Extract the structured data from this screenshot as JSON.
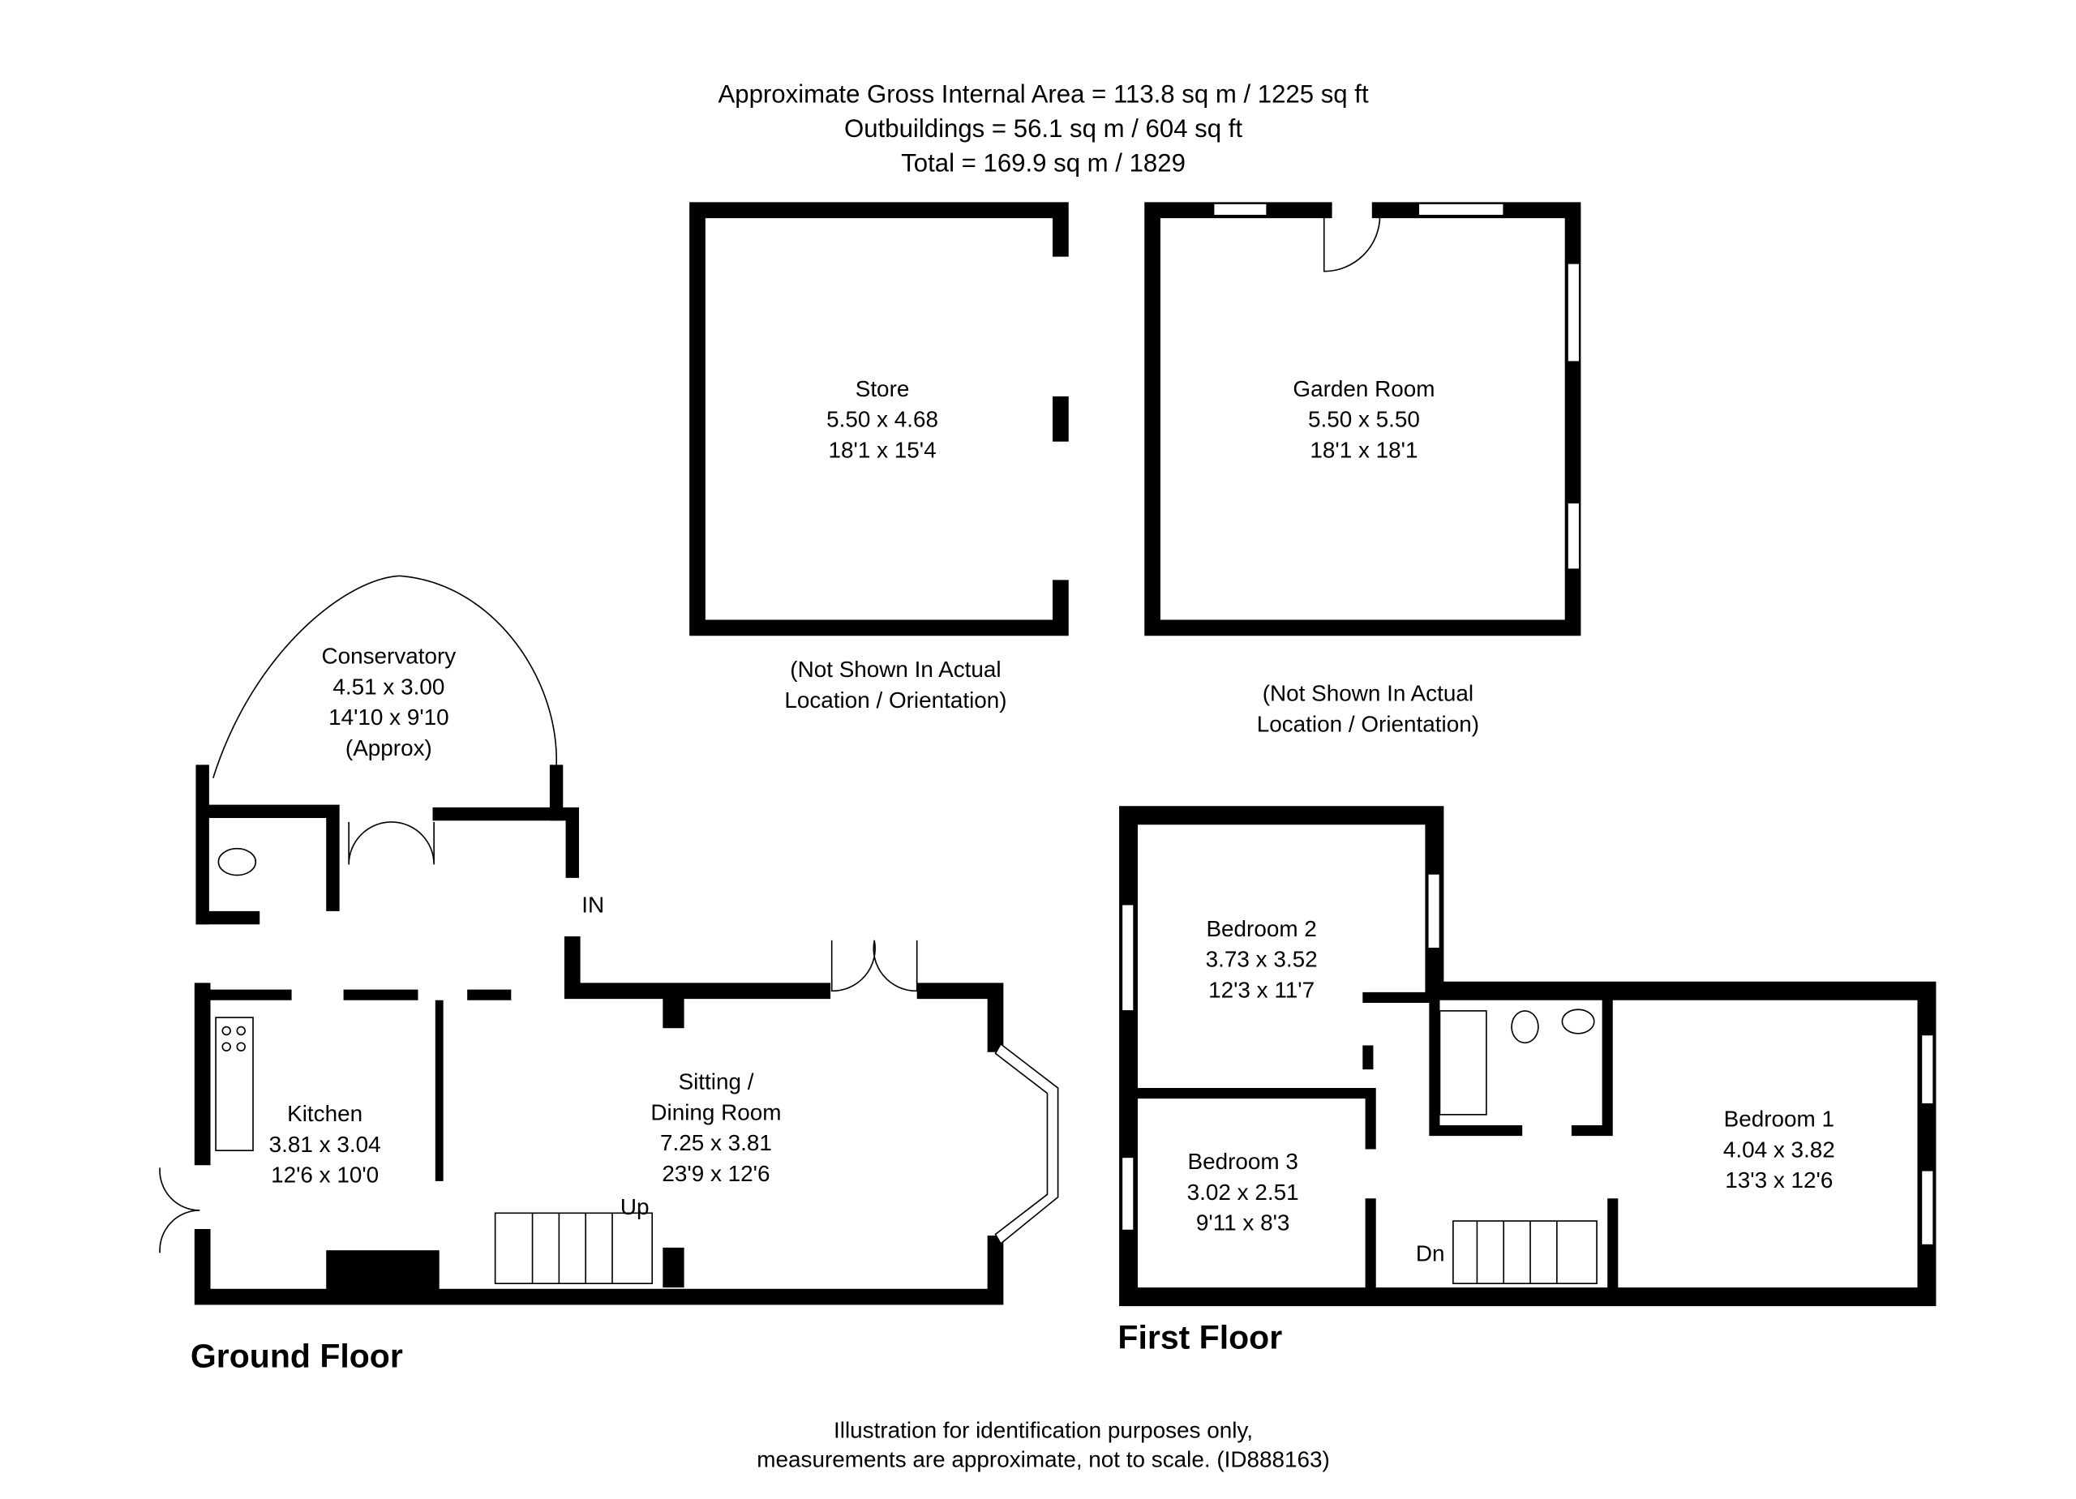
{
  "header": {
    "line1": "Approximate Gross Internal Area = 113.8 sq m / 1225 sq ft",
    "line2": "Outbuildings = 56.1 sq m / 604 sq ft",
    "line3": "Total = 169.9 sq m / 1829"
  },
  "outbuildings": {
    "store": {
      "name": "Store",
      "metric": "5.50 x 4.68",
      "imperial": "18'1 x 15'4"
    },
    "garden_room": {
      "name": "Garden Room",
      "metric": "5.50 x 5.50",
      "imperial": "18'1 x 18'1"
    },
    "note_line1": "(Not Shown In Actual",
    "note_line2": "Location / Orientation)"
  },
  "ground_floor": {
    "title": "Ground Floor",
    "conservatory": {
      "name": "Conservatory",
      "metric": "4.51 x 3.00",
      "imperial": "14'10 x 9'10",
      "note": "(Approx)"
    },
    "kitchen": {
      "name": "Kitchen",
      "metric": "3.81 x 3.04",
      "imperial": "12'6 x 10'0"
    },
    "sitting": {
      "name1": "Sitting /",
      "name2": "Dining Room",
      "metric": "7.25 x 3.81",
      "imperial": "23'9 x 12'6"
    },
    "entrance": "IN",
    "stairs": "Up"
  },
  "first_floor": {
    "title": "First Floor",
    "bedroom1": {
      "name": "Bedroom 1",
      "metric": "4.04 x 3.82",
      "imperial": "13'3 x 12'6"
    },
    "bedroom2": {
      "name": "Bedroom 2",
      "metric": "3.73 x 3.52",
      "imperial": "12'3 x 11'7"
    },
    "bedroom3": {
      "name": "Bedroom 3",
      "metric": "3.02 x 2.51",
      "imperial": "9'11 x 8'3"
    },
    "stairs": "Dn"
  },
  "footer": {
    "line1": "Illustration for identification purposes only,",
    "line2": "measurements are approximate, not to scale. (ID888163)"
  }
}
